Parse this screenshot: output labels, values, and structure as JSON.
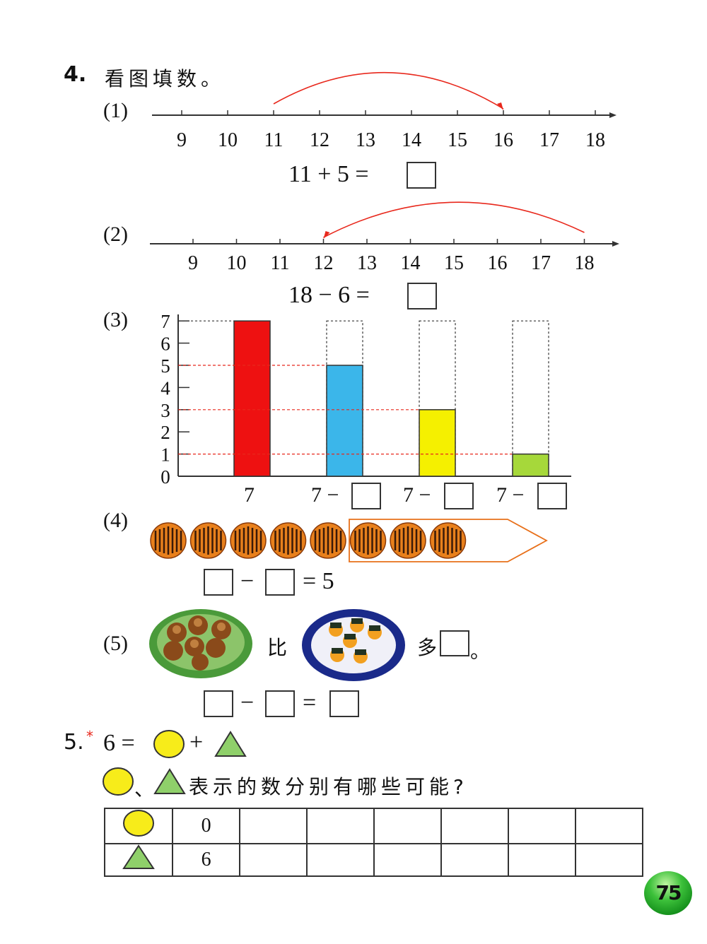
{
  "q4": {
    "number": "4.",
    "title": "看图填数。",
    "p1": {
      "label": "(1)",
      "ticks": [
        "9",
        "10",
        "11",
        "12",
        "13",
        "14",
        "15",
        "16",
        "17",
        "18"
      ],
      "jump_from": 11,
      "jump_to": 16,
      "equation": "11 + 5 ="
    },
    "p2": {
      "label": "(2)",
      "ticks": [
        "9",
        "10",
        "11",
        "12",
        "13",
        "14",
        "15",
        "16",
        "17",
        "18"
      ],
      "jump_from": 18,
      "jump_to": 12,
      "equation": "18 − 6 ="
    },
    "p3": {
      "label": "(3)",
      "y_ticks": [
        "0",
        "1",
        "2",
        "3",
        "4",
        "5",
        "6",
        "7"
      ],
      "bars": [
        {
          "value": 7,
          "color": "#ee1111",
          "caption": "7"
        },
        {
          "value": 5,
          "color": "#3bb6ea",
          "caption": "7 −"
        },
        {
          "value": 3,
          "color": "#f5f000",
          "caption": "7 −"
        },
        {
          "value": 1,
          "color": "#a6d83a",
          "caption": "7 −"
        }
      ],
      "max": 7
    },
    "p4": {
      "label": "(4)",
      "cookie_count": 8,
      "minus": "−",
      "equals_result": "= 5"
    },
    "p5": {
      "label": "(5)",
      "compare_word": "比",
      "more_word": "多",
      "period": "。",
      "minus": "−",
      "equals": "="
    }
  },
  "q5": {
    "number": "5.",
    "star": "*",
    "equation_lhs": "6 =",
    "plus": "+",
    "separator": "、",
    "question": "表示的数分别有哪些可能?",
    "table": {
      "circle_row": [
        "0",
        "",
        "",
        "",
        "",
        "",
        ""
      ],
      "triangle_row": [
        "6",
        "",
        "",
        "",
        "",
        "",
        ""
      ]
    }
  },
  "page_number": "75",
  "colors": {
    "red": "#e8281c",
    "orange": "#e8701a",
    "yellow": "#f7ec1a",
    "green_shape": "#8fd06a"
  }
}
